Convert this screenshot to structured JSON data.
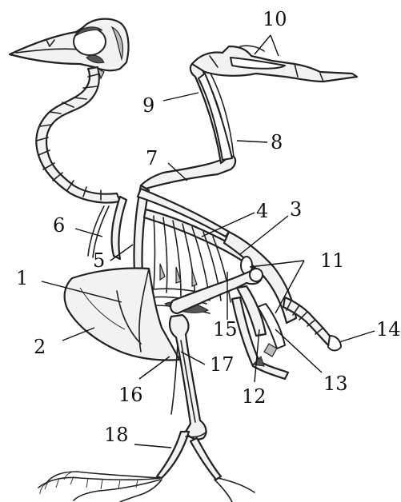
{
  "labels": [
    {
      "id": "1",
      "text": "1"
    },
    {
      "id": "2",
      "text": "2"
    },
    {
      "id": "3",
      "text": "3"
    },
    {
      "id": "4",
      "text": "4"
    },
    {
      "id": "5",
      "text": "5"
    },
    {
      "id": "6",
      "text": "6"
    },
    {
      "id": "7",
      "text": "7"
    },
    {
      "id": "8",
      "text": "8"
    },
    {
      "id": "9",
      "text": "9"
    },
    {
      "id": "10",
      "text": "10"
    },
    {
      "id": "11",
      "text": "11"
    },
    {
      "id": "12",
      "text": "12"
    },
    {
      "id": "13",
      "text": "13"
    },
    {
      "id": "14",
      "text": "14"
    },
    {
      "id": "15",
      "text": "15"
    },
    {
      "id": "16",
      "text": "16"
    },
    {
      "id": "17",
      "text": "17"
    },
    {
      "id": "18",
      "text": "18"
    }
  ]
}
